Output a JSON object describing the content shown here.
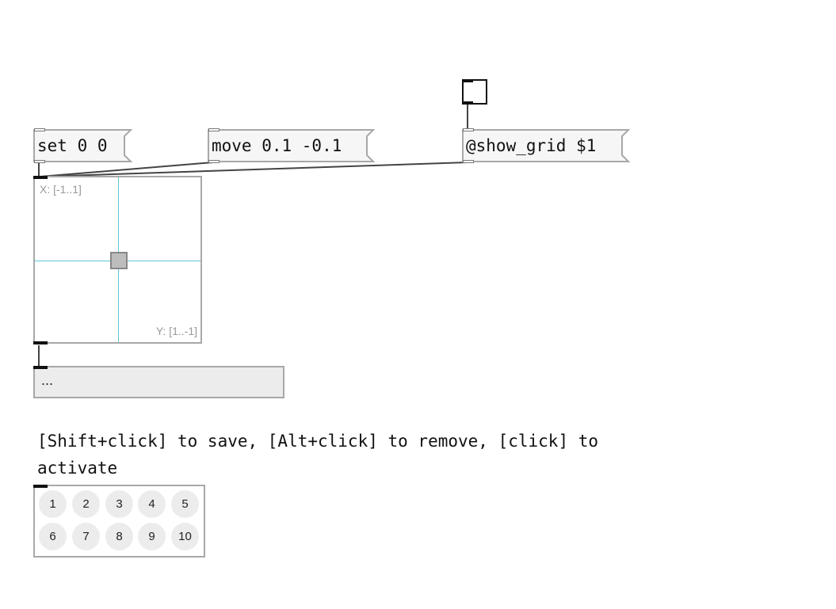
{
  "messages": {
    "set": "set 0 0",
    "move": "move 0.1 -0.1",
    "show_grid": "@show_grid $1"
  },
  "slider2d": {
    "x_range": "X: [-1..1]",
    "y_range": "Y: [1..-1]"
  },
  "display": {
    "text": "..."
  },
  "comment": "[Shift+click] to save, [Alt+click] to remove, [click] to activate",
  "presets": {
    "slots": [
      "1",
      "2",
      "3",
      "4",
      "5",
      "6",
      "7",
      "8",
      "9",
      "10"
    ]
  },
  "colors": {
    "grid_line": "#5cc8d8",
    "object_border": "#a8a8a8",
    "knob": "#bdbdbd",
    "cord": "#444444"
  }
}
